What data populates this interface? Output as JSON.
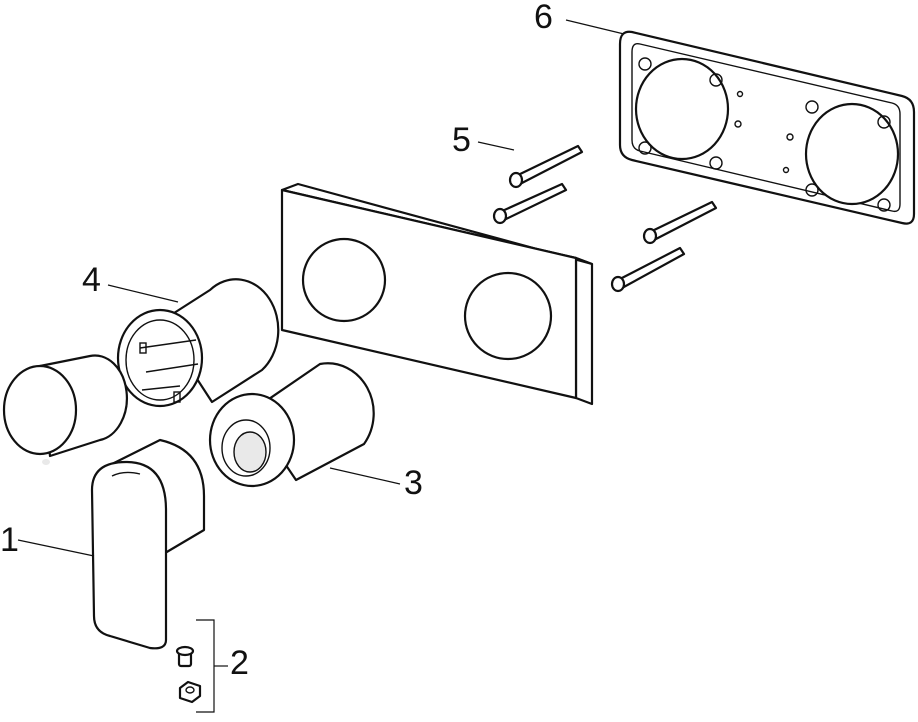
{
  "figure": {
    "labels": {
      "p1": "1",
      "p2": "2",
      "p3": "3",
      "p4": "4",
      "p5": "5",
      "p6": "6"
    }
  }
}
